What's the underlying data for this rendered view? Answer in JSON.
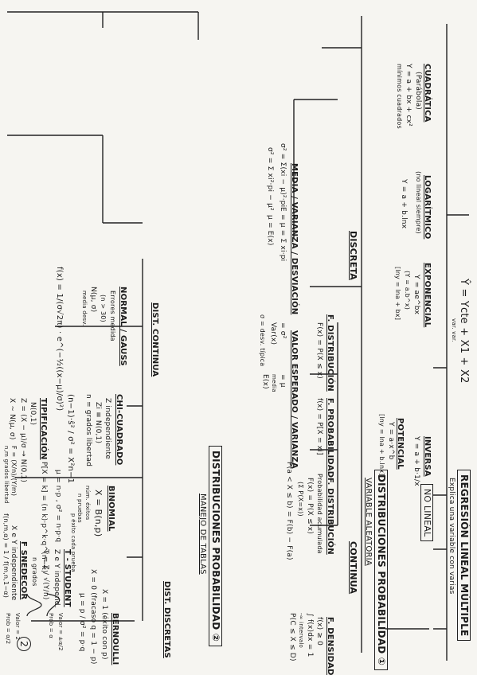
{
  "page_number": "2",
  "regresion": {
    "title": "REGRESIÓN LINEAL MÚLTIPLE",
    "subtitle": "Explica una variable con varias",
    "no_lineal": "NO LINEAL",
    "formula": "Ŷ = Ycte + X1 + X2",
    "formula_sub": "var.  var.",
    "cuadratica": {
      "title": "CUADRÁTICA",
      "sub": "(Parábola)",
      "formula": "Y = a + bx + cx²",
      "note": "mínimos cuadrados"
    },
    "logaritmico": {
      "title": "LOGARÍTMICO",
      "sub": "(no lineal siempre)",
      "formula": "Y = a + b.lnx"
    },
    "exponencial": {
      "title": "EXPONENCIAL",
      "formula": "Y = ae^bx",
      "line2": "(Y = a.b^x)",
      "line3": "[lny = lna + bx]"
    },
    "inversa": {
      "title": "INVERSA",
      "formula": "Y = a + b·1/x"
    },
    "potencial": {
      "title": "POTENCIAL",
      "formula": "Y = a·x^b",
      "line2": "[lny = lna + b.lnx]"
    }
  },
  "dist_prob_1": {
    "title": "DISTRIBUCIONES PROBABILIDAD ①",
    "variable": "VARIABLE ALEATORIA",
    "continua": "CONTINUA",
    "discreta": "DISCRETA",
    "densidad": {
      "title": "F. DENSIDAD",
      "l1": "f(x) ≥ 0",
      "l2": "∫ f(x)dx = 1",
      "l3": "-∞ intervalo",
      "l4": "P(C ≤ X ≤ D)"
    },
    "distribucion_c": {
      "title": "F. DISTRIBUCIÓN",
      "l1": "Probabilidad acumulada",
      "l2": "F(x) = P(X ≤ x)",
      "l3": "(Σ P(X=x))",
      "l4": "P(a < X ≤ b) = F(b) − F(a)"
    },
    "probabilidad": {
      "title": "F. PROBABILIDAD",
      "l1": "f(x) = P[X = xi]"
    },
    "distribucion_d": {
      "title": "F. DISTRIBUCIÓN",
      "l1": "F(x) = P(X ≤ x)"
    },
    "valor_esperado": {
      "title": "VALOR ESPERADO / VARIANZA",
      "l1": "= μ",
      "l2": "media",
      "l3": "E(x)",
      "l4": "= σ²",
      "l5": "Var(x)",
      "l6": "σ = desv. típica"
    },
    "media": {
      "title": "MEDIA / VARIANZA / DESVIACIÓN",
      "l1": "E = μ = Σ xi·pi",
      "l2": "σ² = Σ(xi − μ)²·pi",
      "l3": "μ = E(x)",
      "l4": "σ² = Σ xi²·pi − μ²"
    }
  },
  "dist_prob_2": {
    "title": "DISTRIBUCIONES PROBABILIDAD ②",
    "manejo": "MANEJO DE TABLAS",
    "discretas": "DIST. DISCRETAS",
    "bernoulli": {
      "title": "BERNOULLI",
      "l1": "X = 1 (éxito con p)",
      "l2": "X = 0 (fracaso q = 1 − p)",
      "l3": "μ = p / σ² = p·q"
    },
    "binomial": {
      "title": "BINOMIAL",
      "l1": "X = B(n,p)",
      "l2": "núm. éxitos",
      "l3": "n pruebas",
      "l4": "p éxito cada prueba",
      "l5": "μ = n·p ,  σ² = n·p·q",
      "l6": "P[X = k] = (n k)·p^k·q^(n−k)"
    },
    "continua": "DIST. CONTINUA",
    "normal": {
      "title": "NORMAL / GAUSS",
      "l1": "Errores medida",
      "l2": "(n > 30)",
      "l3": "N(μ, σ)",
      "l4": "media desv.",
      "l5": "f(x) = 1/(σ√2π) · e^(−½((x−μ)/σ)²)"
    },
    "chi": {
      "title": "CHI-CUADRADO",
      "l1": "Z independiente",
      "l2": "Zi ≡ N(0,1)",
      "l3": "n = grados libertad",
      "l4": "(n−1)·ŝ² / σ² = X²n−1"
    },
    "tipificacion": {
      "title": "TIPIFICACIÓN",
      "l1": "N(0,1)",
      "l2": "Z = (X − μ)/σ → N(0,1)",
      "l3": "X ~ N(μ, σ)"
    },
    "student": {
      "title": "T - STUDENT",
      "l1": "Z e Y independ.",
      "l2": "T = Z / √(Y/n)",
      "l3": "n grados",
      "l4": "Valor = ±α/2",
      "l5": "Prob = α"
    },
    "snedecor": {
      "title": "F SNEDECOR",
      "l1": "X e Y independiente",
      "l2": "F = (X/n)/(Y/m)",
      "l3": "n,m grados libertad",
      "l4": "f(n,m,α) = 1 / f(m,n,1−α)",
      "l5": "Valor = 2",
      "l6": "Prob = α/2"
    }
  }
}
